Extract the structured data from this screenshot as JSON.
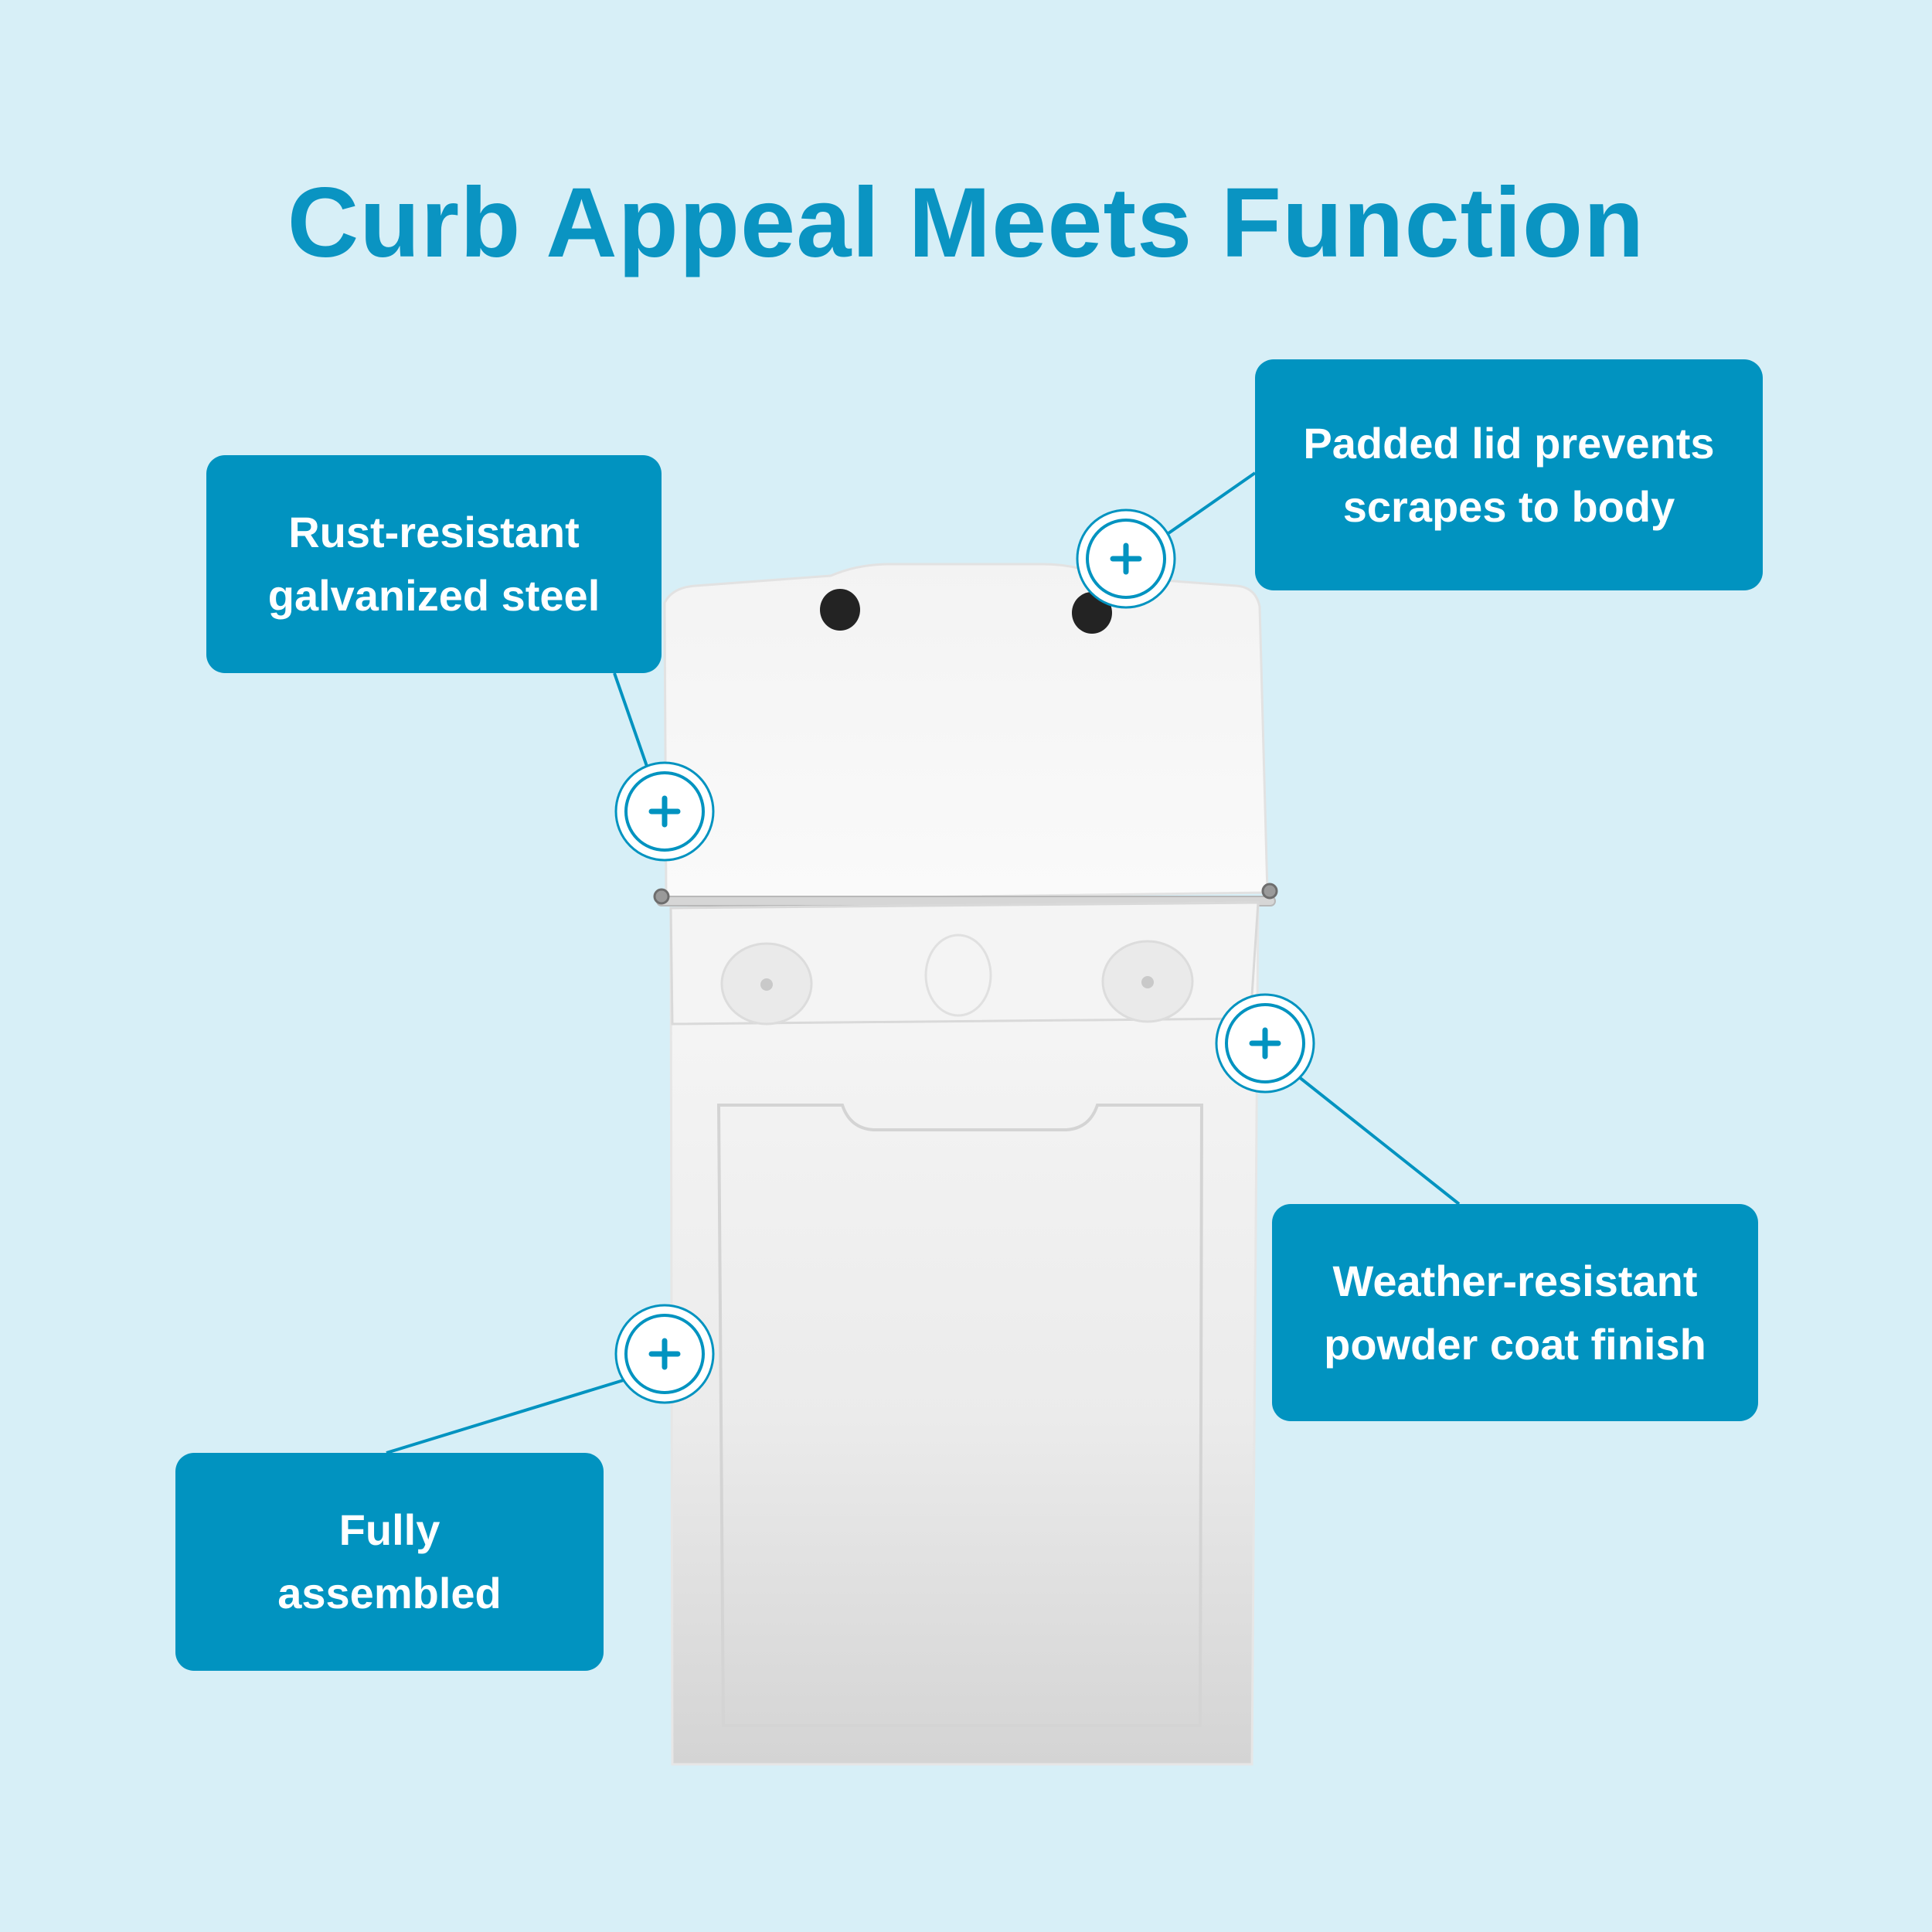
{
  "headline": "Curb Appeal Meets Function",
  "colors": {
    "background": "#d7eff7",
    "accent": "#0193c0",
    "title": "#0a94c2",
    "product": "#efefef"
  },
  "callouts": [
    {
      "lines": [
        "Rust-resistant",
        "galvanized steel"
      ],
      "marker_icon": "plus-icon"
    },
    {
      "lines": [
        "Padded lid prevents",
        "scrapes to body"
      ],
      "marker_icon": "plus-icon"
    },
    {
      "lines": [
        "Weather-resistant",
        "powder coat finish"
      ],
      "marker_icon": "plus-icon"
    },
    {
      "lines": [
        "Fully",
        "assembled"
      ],
      "marker_icon": "plus-icon"
    }
  ],
  "product": {
    "icon": "wall-mount-mailbox-icon"
  }
}
